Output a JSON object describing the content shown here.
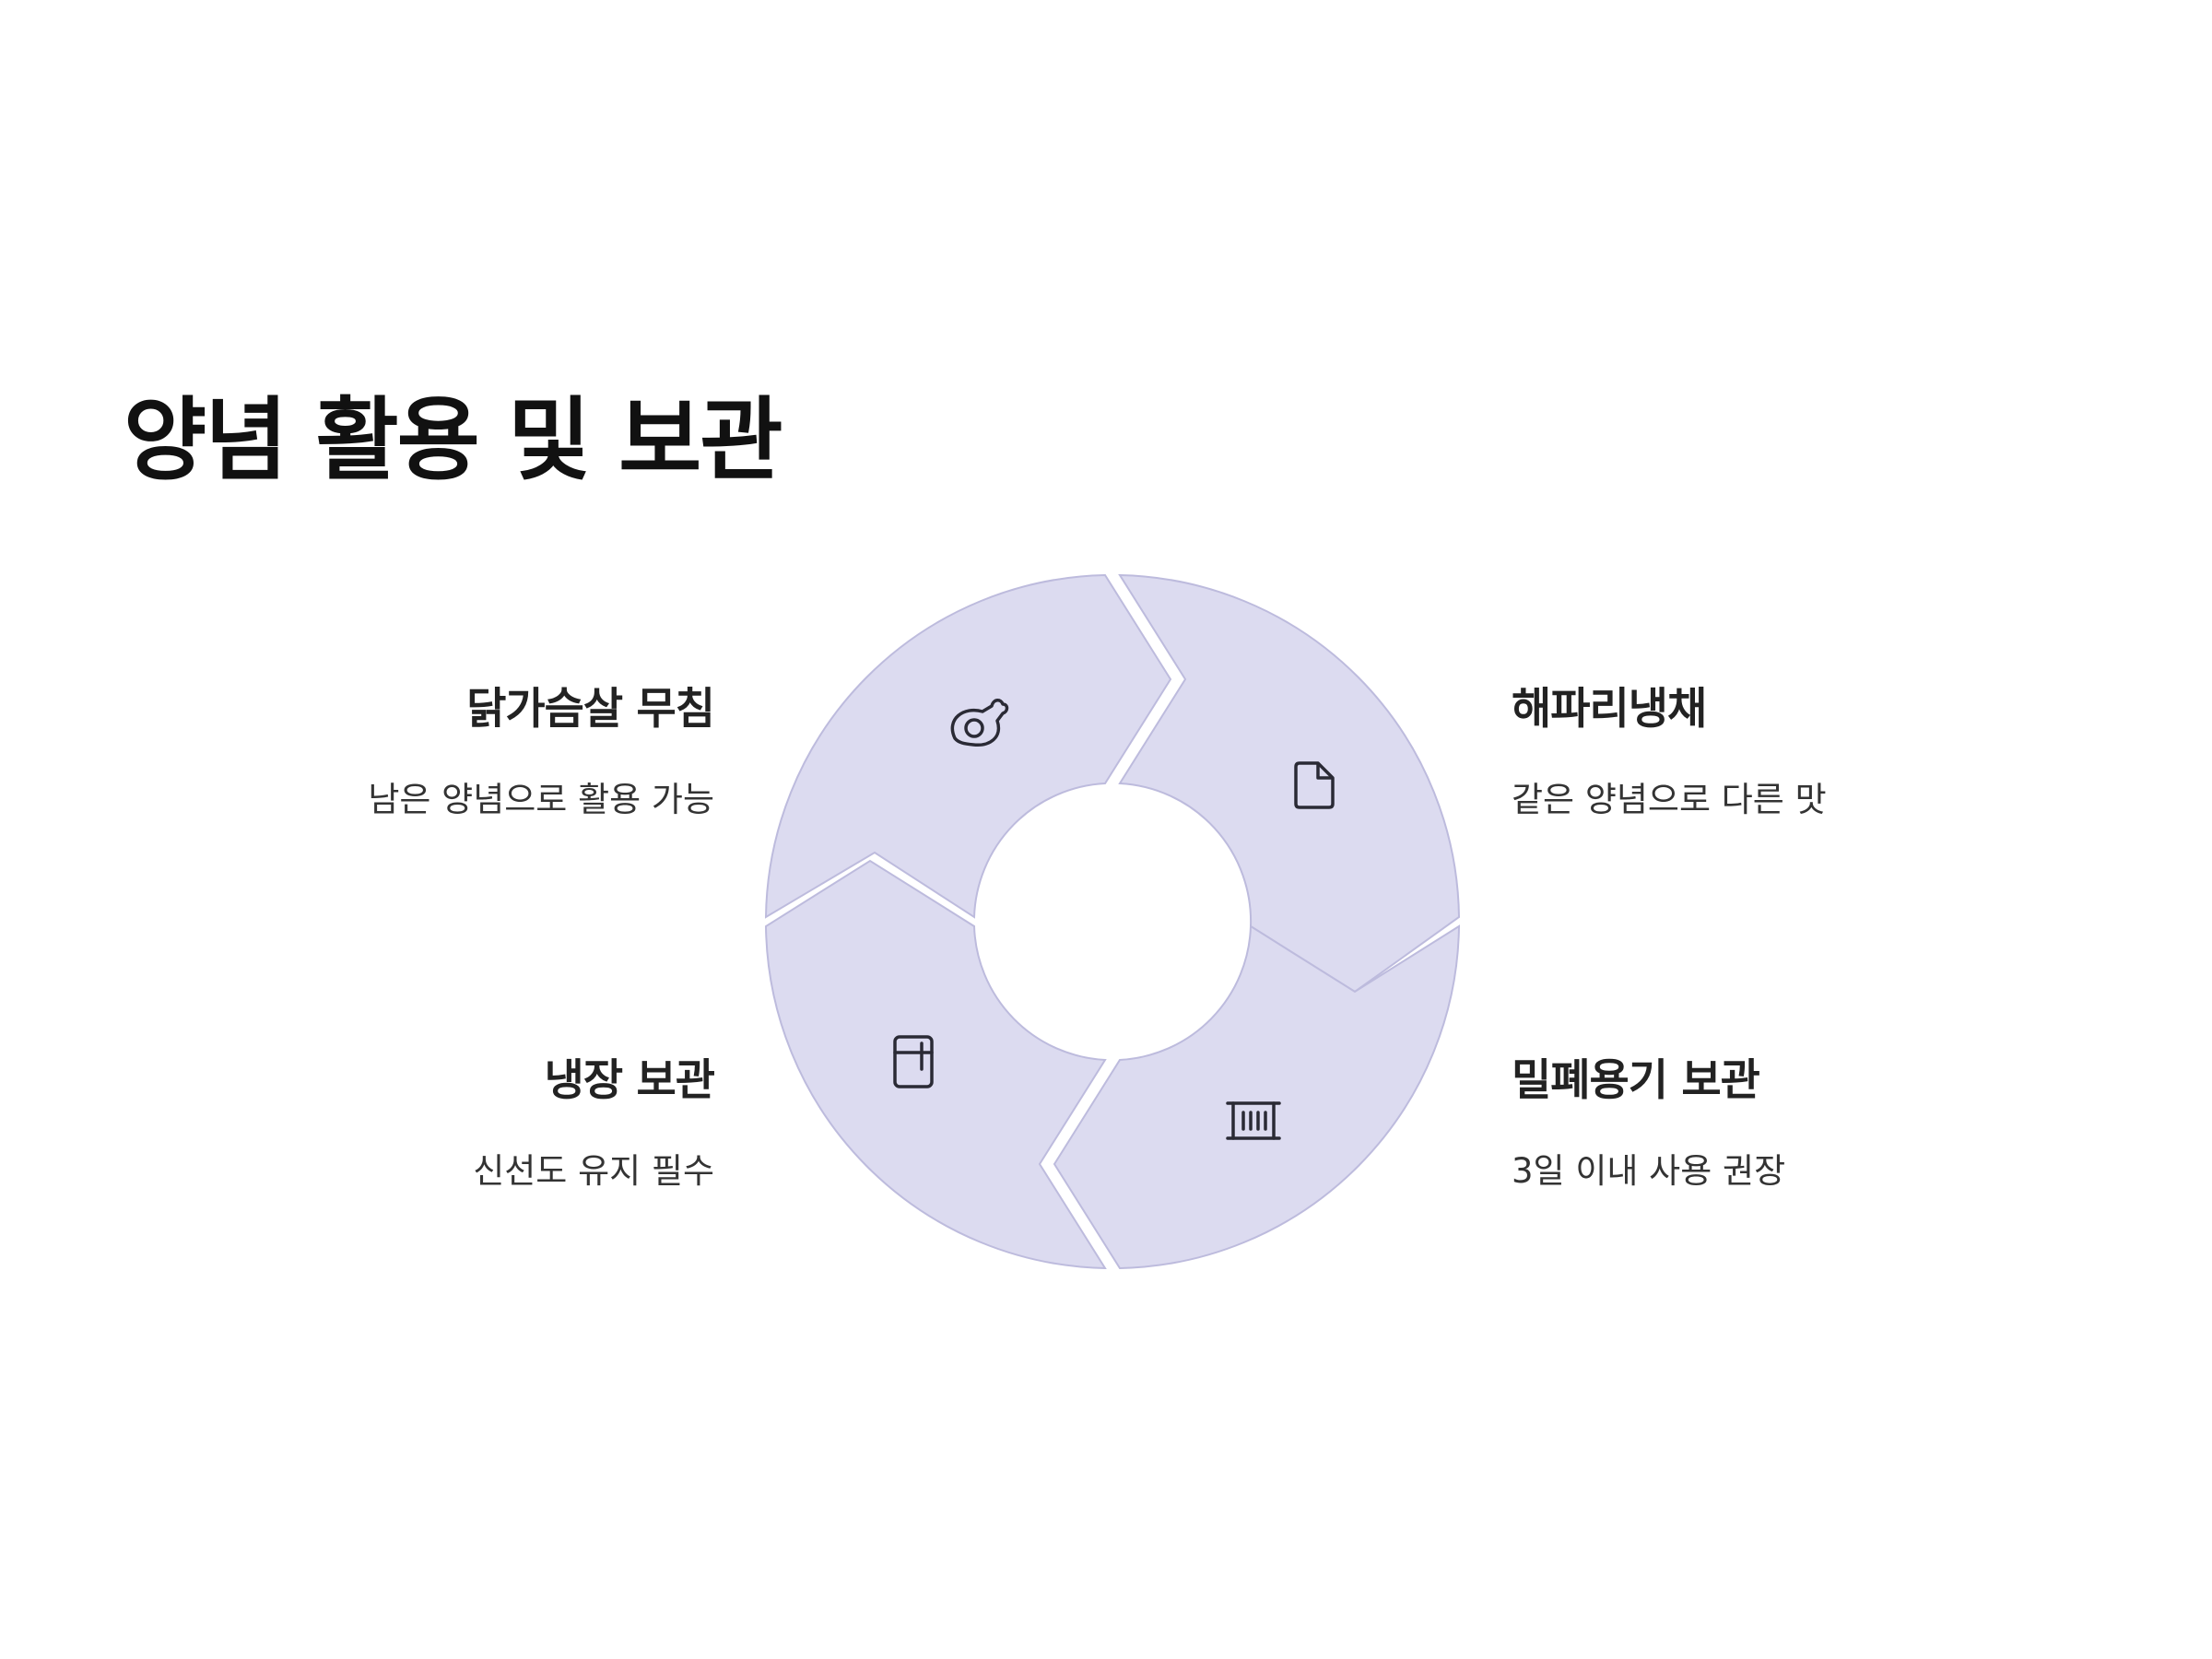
{
  "title": "양념 활용 및 보관",
  "colors": {
    "segment_fill": "#dcdbf0",
    "segment_stroke": "#bdbbdd",
    "icon_stroke": "#2a2a35"
  },
  "steps": [
    {
      "title": "닭가슴살 무침",
      "subtitle": "남은 양념으로 활용 가능",
      "icon": "chicken-leg-icon"
    },
    {
      "title": "해파리냉채",
      "subtitle": "같은 양념으로 다른 맛",
      "icon": "document-icon"
    },
    {
      "title": "밀폐용기 보관",
      "subtitle": "3일 이내 사용 권장",
      "icon": "container-icon"
    },
    {
      "title": "냉장 보관",
      "subtitle": "신선도 유지 필수",
      "icon": "fridge-icon"
    }
  ]
}
